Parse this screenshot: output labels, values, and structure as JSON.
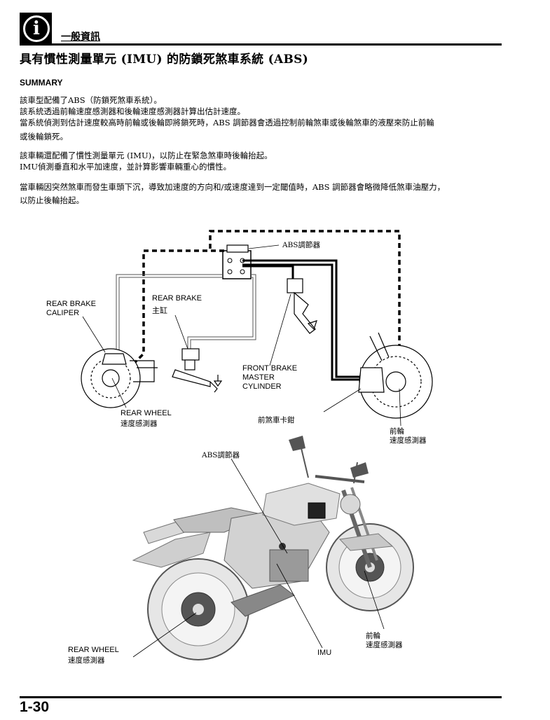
{
  "header": {
    "icon": "info-icon",
    "icon_glyph": "i",
    "section": "一般資訊"
  },
  "title": "具有慣性測量單元 (IMU) 的防鎖死煞車系統 (ABS)",
  "summary_heading": "SUMMARY",
  "paragraphs": {
    "p1": [
      "該車型配備了ABS（防鎖死煞車系統）。",
      "該系統透過前輪速度感測器和後輪速度感測器計算出估計速度。",
      "當系統偵測到估計速度較高時前輪或後輪即將鎖死時，ABS 調節器會透過控制前輪煞車或後輪煞車的液壓來防止前輪",
      "或後輪鎖死。"
    ],
    "p2": [
      "該車輛還配備了慣性測量單元 (IMU)，以防止在緊急煞車時後輪抬起。",
      "IMU偵測垂直和水平加速度，並計算影響車輛重心的慣性。"
    ],
    "p3": [
      "當車輛因突然煞車而發生車頭下沉，導致加速度的方向和/或速度達到一定閾值時，ABS 調節器會略微降低煞車油壓力，",
      "以防止後輪抬起。"
    ]
  },
  "diagram_labels": {
    "abs_modulator_top": "ABS調節器",
    "rear_brake_caliper": [
      "REAR BRAKE",
      "CALIPER"
    ],
    "rear_brake_master": [
      "REAR BRAKE",
      "主缸"
    ],
    "front_brake_master": [
      "FRONT BRAKE",
      "MASTER",
      "CYLINDER"
    ],
    "rear_wheel_sensor_top": [
      "REAR WHEEL",
      "速度感測器"
    ],
    "front_caliper": "前煞車卡鉗",
    "front_wheel_sensor_top": [
      "前輪",
      "速度感測器"
    ],
    "abs_modulator_bottom": "ABS調節器",
    "front_wheel_sensor_bottom": [
      "前輪",
      "速度感測器"
    ],
    "imu": "IMU",
    "rear_wheel_sensor_bottom": [
      "REAR WHEEL",
      "速度感測器"
    ]
  },
  "footer": {
    "page_number": "1-30"
  }
}
